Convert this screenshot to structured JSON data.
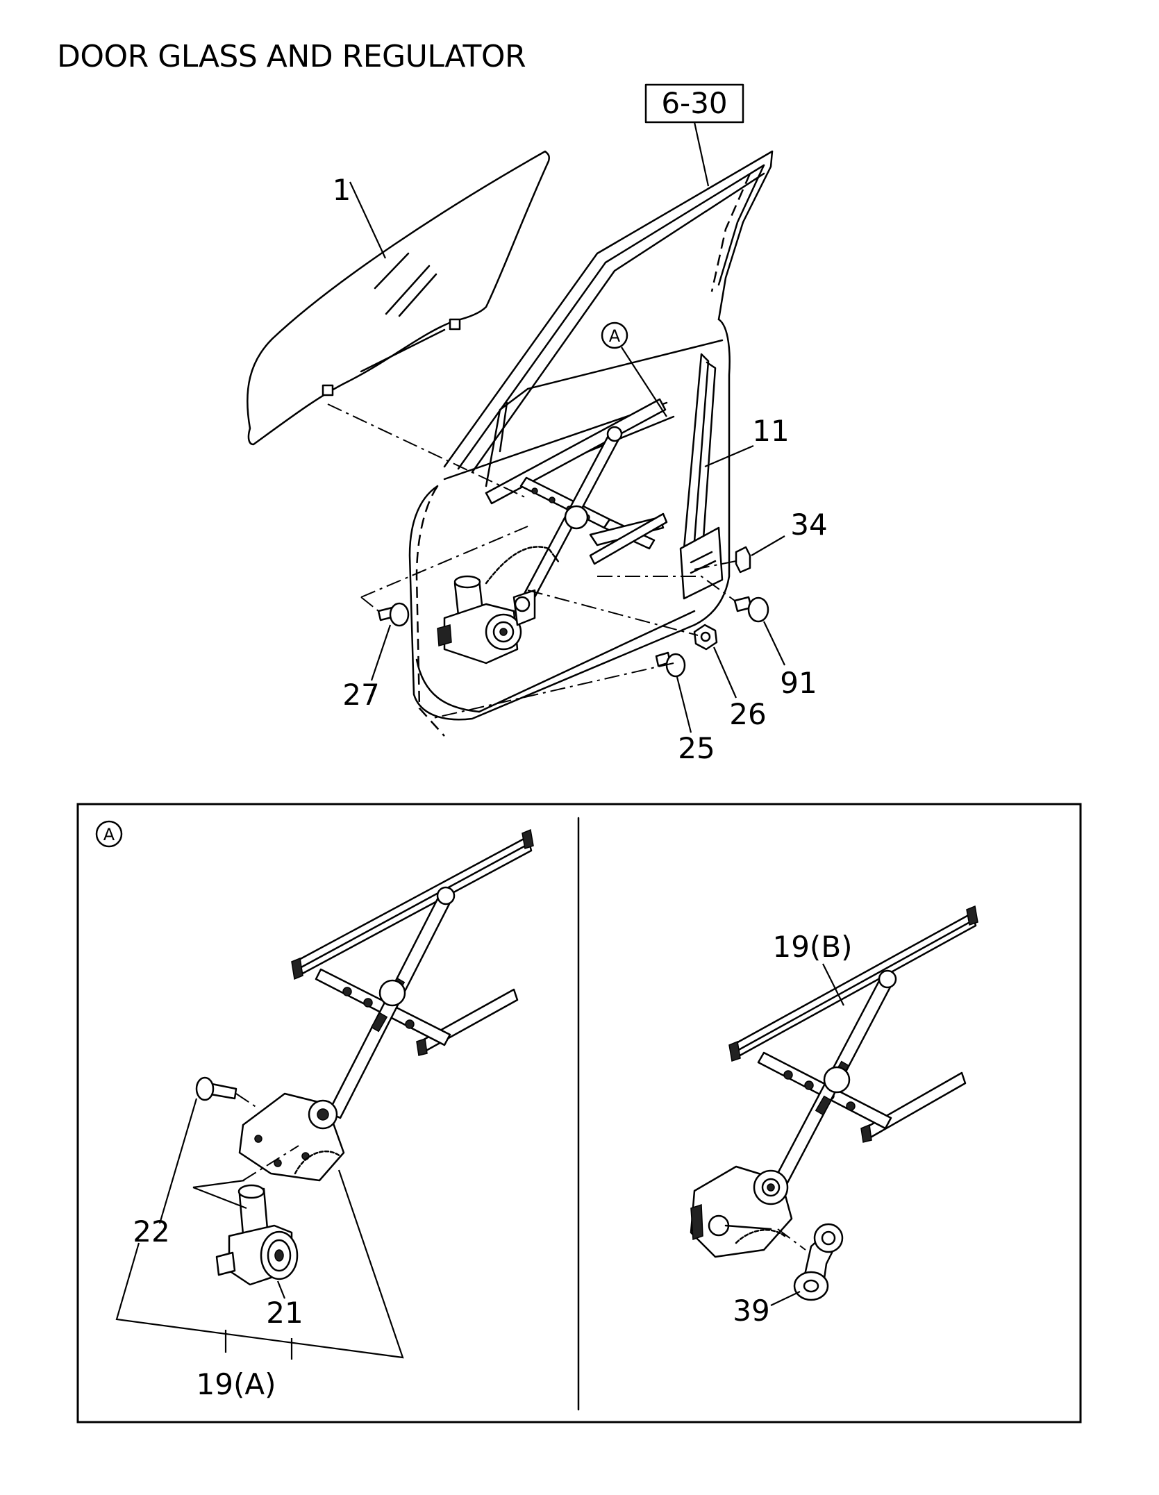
{
  "title": "DOOR GLASS AND REGULATOR",
  "reference_box": "6-30",
  "detail_marker": "A",
  "callouts": {
    "glass": "1",
    "sash": "11",
    "clip": "34",
    "bolt_27": "27",
    "bolt_25": "25",
    "nut_26": "26",
    "bolt_91": "91",
    "bolt_22": "22",
    "motor_21": "21",
    "regulator_a": "19(A)",
    "regulator_b": "19(B)",
    "handle_39": "39"
  }
}
